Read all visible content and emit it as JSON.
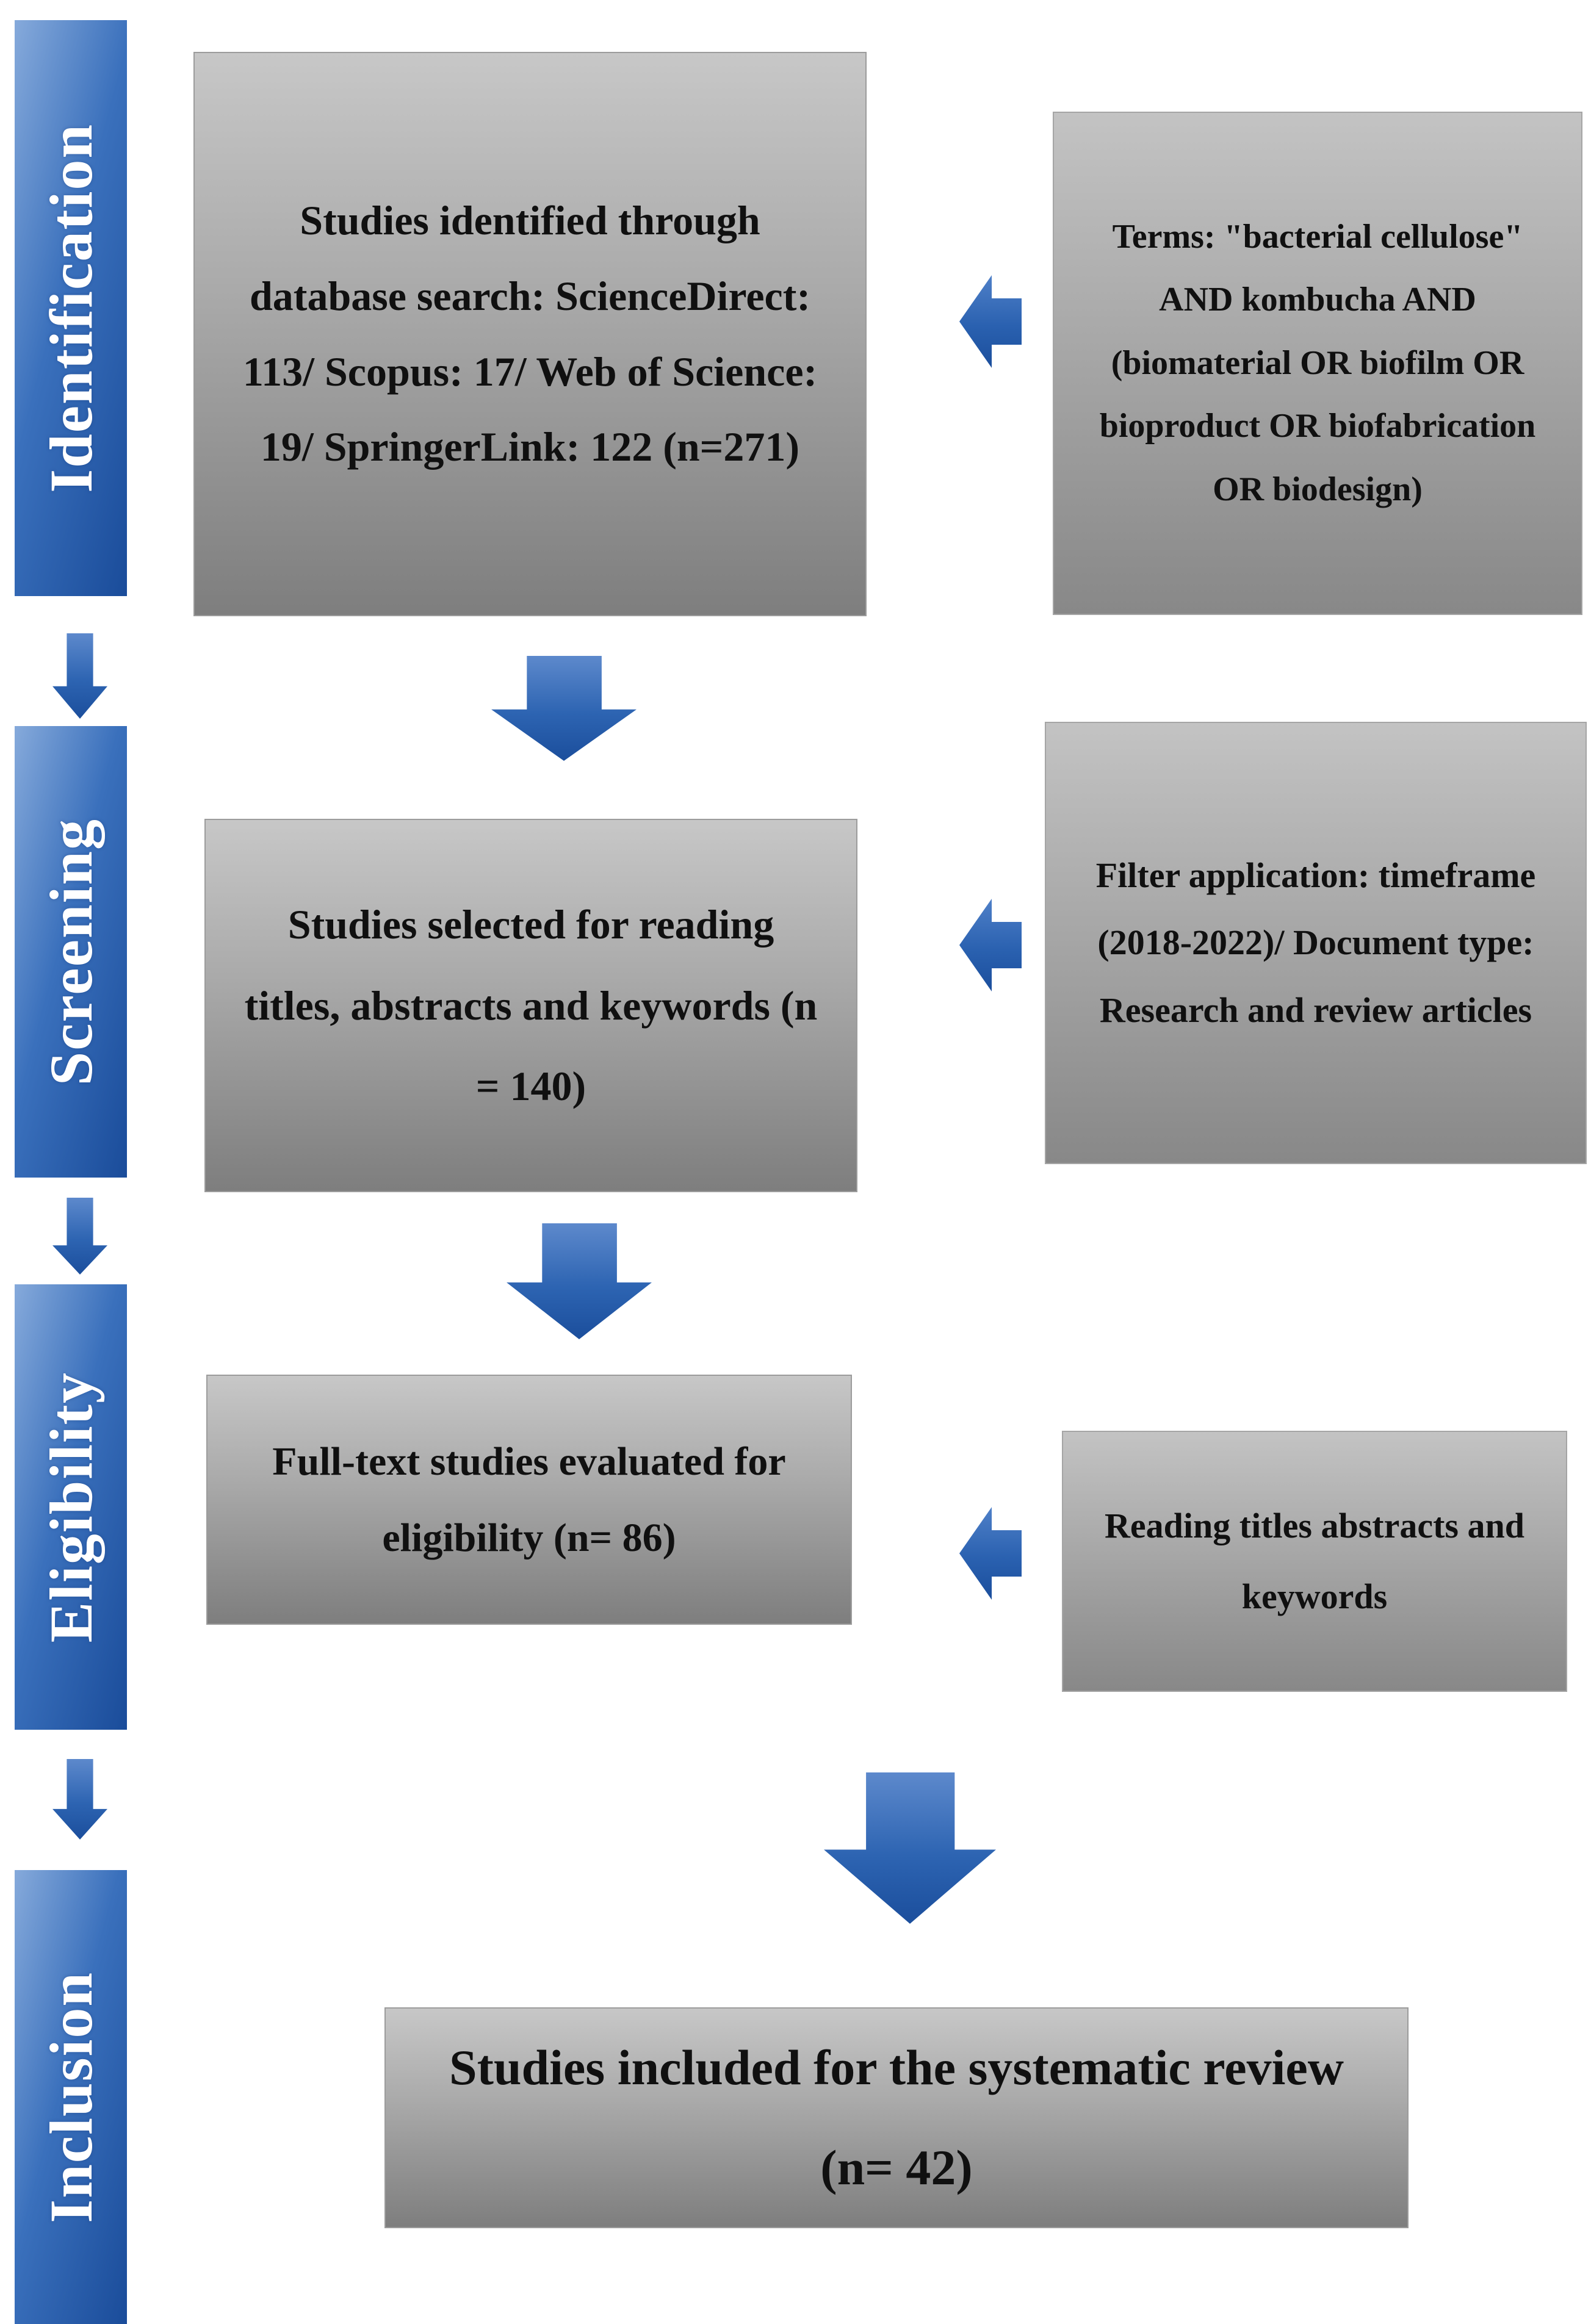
{
  "figure": {
    "type": "prisma-style systematic review flow diagram"
  },
  "stages": [
    {
      "label": "Identification"
    },
    {
      "label": "Screening"
    },
    {
      "label": "Eligibility"
    },
    {
      "label": "Inclusion"
    }
  ],
  "flow_boxes": [
    {
      "id": "identified",
      "text": "Studies identified through database search: ScienceDirect: 113/ Scopus: 17/ Web of Science: 19/ SpringerLink: 122 (n=271)"
    },
    {
      "id": "selected",
      "text": "Studies selected for reading titles, abstracts and keywords (n = 140)"
    },
    {
      "id": "fulltext",
      "text": "Full-text studies evaluated for eligibility (n= 86)"
    },
    {
      "id": "included",
      "text": "Studies included for the systematic review (n= 42)"
    }
  ],
  "side_boxes": [
    {
      "id": "terms",
      "text": "Terms: \"bacterial cellulose\" AND kombucha AND (biomaterial OR biofilm OR bioproduct OR biofabrication OR biodesign)"
    },
    {
      "id": "filters",
      "text": "Filter application: timeframe (2018-2022)/ Document type: Research and review articles"
    },
    {
      "id": "reading",
      "text": "Reading titles abstracts and keywords"
    }
  ],
  "counts": {
    "identified_total": 271,
    "sciencedirect": 113,
    "scopus": 17,
    "web_of_science": 19,
    "springerlink": 122,
    "screened": 140,
    "full_text_evaluated": 86,
    "included": 42
  },
  "colors": {
    "accent_blue_light": "#86aadb",
    "accent_blue_dark": "#1a4c9a",
    "arrow_blue": "#2d64b2",
    "box_gray_light": "#c7c7c7",
    "box_gray_dark": "#7e7e7e",
    "stage_label_text": "#ffffff",
    "box_text": "#101010"
  }
}
